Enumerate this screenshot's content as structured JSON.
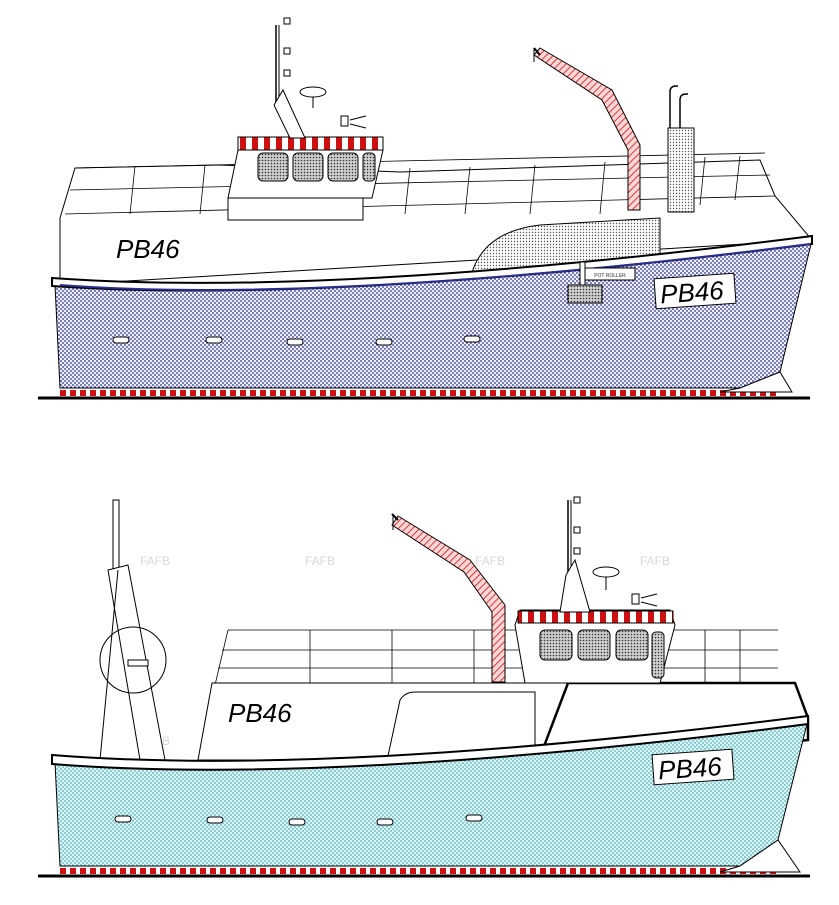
{
  "vessel_a": {
    "hull_name": "PB46",
    "bow_reg": "PB46",
    "hull_color": "#2a2e8f",
    "hull_fill": "#e8eaf6",
    "pot_label": "POT ROLLER"
  },
  "vessel_b": {
    "hull_name": "PB46",
    "bow_reg": "PB46",
    "hull_color": "#3aa0a8",
    "hull_fill": "#d7f0f3"
  },
  "watermark": "FAFB",
  "accent_red": "#cc1111"
}
